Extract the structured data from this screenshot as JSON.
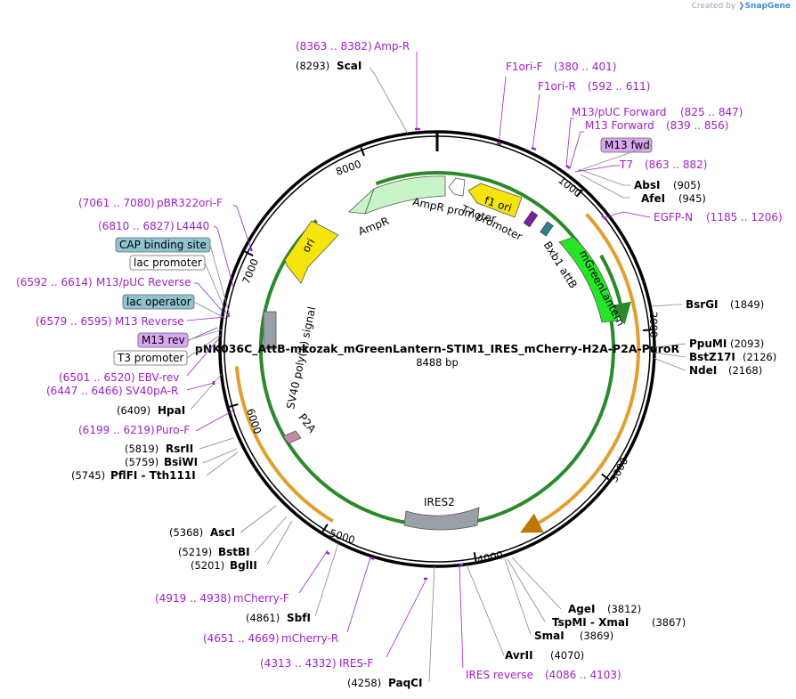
{
  "credit": {
    "prefix": "Created by",
    "brand": "SnapGene"
  },
  "plasmid": {
    "name": "pNK036C_AttB-mkozak_mGreenLantern-STIM1_IRES_mCherry-H2A-P2A-PuroR",
    "length_label": "8488 bp",
    "length": 8488
  },
  "ticks": [
    "1000",
    "2000",
    "3000",
    "4000",
    "5000",
    "6000",
    "7000",
    "8000"
  ],
  "sites": [
    {
      "name": "ScaI",
      "pos": "(8293)"
    },
    {
      "name": "AbsI",
      "pos": "(905)"
    },
    {
      "name": "AfeI",
      "pos": "(945)"
    },
    {
      "name": "BsrGI",
      "pos": "(1849)"
    },
    {
      "name": "PpuMI",
      "pos": "(2093)"
    },
    {
      "name": "BstZ17I",
      "pos": "(2126)"
    },
    {
      "name": "NdeI",
      "pos": "(2168)"
    },
    {
      "name": "AgeI",
      "pos": "(3812)"
    },
    {
      "name": "TspMI - XmaI",
      "pos": "(3867)"
    },
    {
      "name": "SmaI",
      "pos": "(3869)"
    },
    {
      "name": "AvrII",
      "pos": "(4070)"
    },
    {
      "name": "PaqCI",
      "pos": "(4258)"
    },
    {
      "name": "SbfI",
      "pos": "(4861)"
    },
    {
      "name": "BglII",
      "pos": "(5201)"
    },
    {
      "name": "BstBI",
      "pos": "(5219)"
    },
    {
      "name": "AscI",
      "pos": "(5368)"
    },
    {
      "name": "PflFI - Tth111I",
      "pos": "(5745)"
    },
    {
      "name": "BsiWI",
      "pos": "(5759)"
    },
    {
      "name": "RsrII",
      "pos": "(5819)"
    },
    {
      "name": "HpaI",
      "pos": "(6409)"
    }
  ],
  "primers": [
    {
      "name": "Amp-R",
      "pos": "(8363 .. 8382)"
    },
    {
      "name": "F1ori-F",
      "pos": "(380 .. 401)"
    },
    {
      "name": "F1ori-R",
      "pos": "(592 .. 611)"
    },
    {
      "name": "M13/pUC Forward",
      "pos": "(825 .. 847)"
    },
    {
      "name": "M13 Forward",
      "pos": "(839 .. 856)"
    },
    {
      "name": "T7",
      "pos": "(863 .. 882)"
    },
    {
      "name": "EGFP-N",
      "pos": "(1185 .. 1206)"
    },
    {
      "name": "pBR322ori-F",
      "pos": "(7061 .. 7080)"
    },
    {
      "name": "L4440",
      "pos": "(6810 .. 6827)"
    },
    {
      "name": "M13/pUC Reverse",
      "pos": "(6592 .. 6614)"
    },
    {
      "name": "M13 Reverse",
      "pos": "(6579 .. 6595)"
    },
    {
      "name": "EBV-rev",
      "pos": "(6501 .. 6520)"
    },
    {
      "name": "SV40pA-R",
      "pos": "(6447 .. 6466)"
    },
    {
      "name": "Puro-F",
      "pos": "(6199 .. 6219)"
    },
    {
      "name": "mCherry-F",
      "pos": "(4919 .. 4938)"
    },
    {
      "name": "mCherry-R",
      "pos": "(4651 .. 4669)"
    },
    {
      "name": "IRES-F",
      "pos": "(4313 .. 4332)"
    },
    {
      "name": "IRES reverse",
      "pos": "(4086 .. 4103)"
    }
  ],
  "boxed_labels": [
    {
      "text": "M13 fwd",
      "color": "#d9a6f2"
    },
    {
      "text": "CAP binding site",
      "color": "#8ec3cf"
    },
    {
      "text": "lac promoter",
      "color": "#ffffff"
    },
    {
      "text": "lac operator",
      "color": "#8ec3cf"
    },
    {
      "text": "M13 rev",
      "color": "#d9a6f2"
    },
    {
      "text": "T3 promoter",
      "color": "#ffffff"
    }
  ],
  "features": [
    {
      "name": "f1 ori",
      "color": "#f5e50c"
    },
    {
      "name": "AmpR promoter",
      "color": "#ffffff"
    },
    {
      "name": "AmpR",
      "color": "#c8f5c8"
    },
    {
      "name": "ori",
      "color": "#f5e50c"
    },
    {
      "name": "T7 promoter",
      "color": "#7a1fa2"
    },
    {
      "name": "Bxb1 attB",
      "color": "#2f7f8f"
    },
    {
      "name": "mGreenLantern",
      "color": "#26e426"
    },
    {
      "name": "SV40 poly(A) signal",
      "color": "#9aa0a8"
    },
    {
      "name": "IRES2",
      "color": "#9aa0a8"
    },
    {
      "name": "P2A",
      "color": "#c48aa8"
    }
  ],
  "colors": {
    "backbone": "#000000",
    "orf_arc": "#e0a030",
    "primer": "#a020c8",
    "site": "#000000"
  }
}
